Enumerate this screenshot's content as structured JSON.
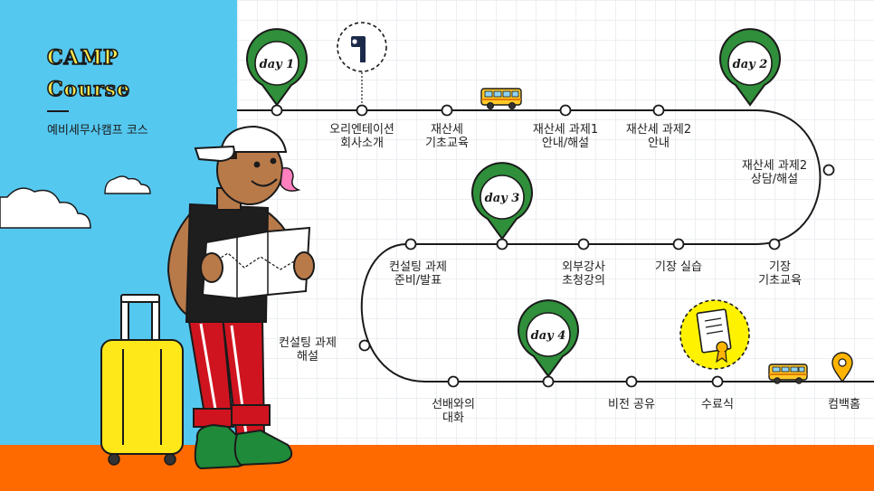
{
  "header": {
    "title_line1": "CAMP",
    "title_line2": "Course",
    "subtitle": "예비세무사캠프 코스"
  },
  "days": [
    {
      "label": "day 1"
    },
    {
      "label": "day 2"
    },
    {
      "label": "day 3"
    },
    {
      "label": "day 4"
    }
  ],
  "stops": [
    {
      "label": "오리엔테이션\n회사소개"
    },
    {
      "label": "재산세\n기초교육"
    },
    {
      "label": "재산세 과제1\n안내/해설"
    },
    {
      "label": "재산세 과제2\n안내"
    },
    {
      "label": "재산세 과제2\n상담/해설"
    },
    {
      "label": "기장\n기초교육"
    },
    {
      "label": "기장 실습"
    },
    {
      "label": "외부강사\n초청강의"
    },
    {
      "label": "컨설팅 과제\n준비/발표"
    },
    {
      "label": "컨설팅 과제\n해설"
    },
    {
      "label": "선배와의\n대화"
    },
    {
      "label": "비전 공유"
    },
    {
      "label": "수료식"
    },
    {
      "label": "컴백홈"
    }
  ],
  "colors": {
    "sky": "#55c8f0",
    "ground": "#ff6a00",
    "pin": "#2f8f3a",
    "title": "#ffe94a",
    "suitcase": "#ffe81a",
    "pants": "#d0141f",
    "bus": "#ffc928",
    "home_pin": "#ffb400"
  },
  "icons": [
    "camera-icon",
    "bus-icon",
    "certificate-icon",
    "location-pin-icon",
    "suitcase-icon",
    "cloud-icon"
  ]
}
